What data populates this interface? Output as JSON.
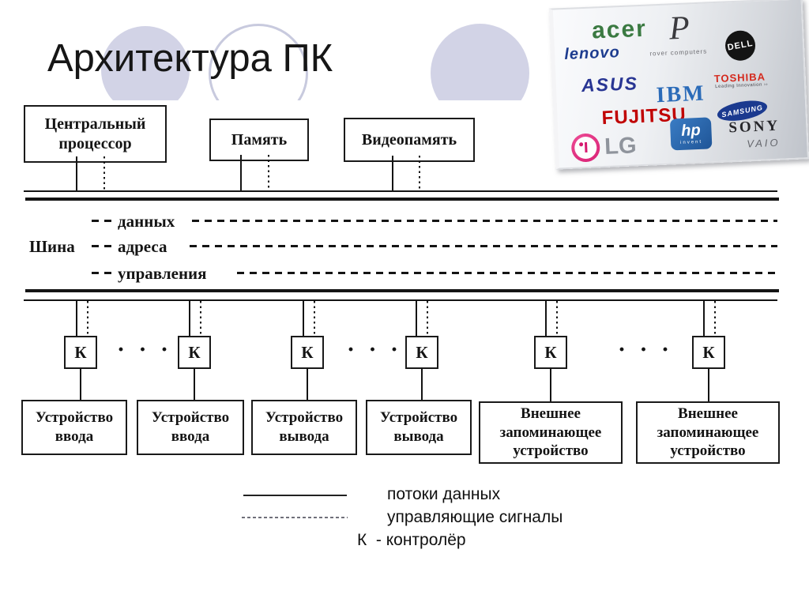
{
  "slide": {
    "title": "Архитектура ПК"
  },
  "diagram": {
    "top_boxes": [
      {
        "label": "Центральный процессор"
      },
      {
        "label": "Память"
      },
      {
        "label": "Видеопамять"
      }
    ],
    "bus": {
      "label": "Шина",
      "lines": [
        {
          "label": "данных"
        },
        {
          "label": "адреса"
        },
        {
          "label": "управления"
        }
      ]
    },
    "controller_label": "К",
    "ellipsis": "· · ·",
    "devices": [
      {
        "label": "Устройство ввода"
      },
      {
        "label": "Устройство ввода"
      },
      {
        "label": "Устройство вывода"
      },
      {
        "label": "Устройство вывода"
      },
      {
        "label": "Внешнее запоминающее устройство"
      },
      {
        "label": "Внешнее запоминающее устройство"
      }
    ]
  },
  "legend": {
    "data_flows": "потоки данных",
    "control_signals": "управляющие сигналы",
    "controller_note": "К  - контролёр"
  },
  "logo_board": {
    "acer": "acer",
    "lenovo": "lenovo",
    "rover_p": "P",
    "rover": "rover computers",
    "dell": "DELL",
    "asus": "ASUS",
    "ibm": "IBM",
    "toshiba": "TOSHIBA",
    "toshiba_tagline": "Leading Innovation ››",
    "fujitsu": "FUJITSU",
    "samsung": "SAMSUNG",
    "lg": "LG",
    "hp": "hp",
    "hp_tagline": "invent",
    "sony": "SONY",
    "vaio": "VAIO"
  }
}
